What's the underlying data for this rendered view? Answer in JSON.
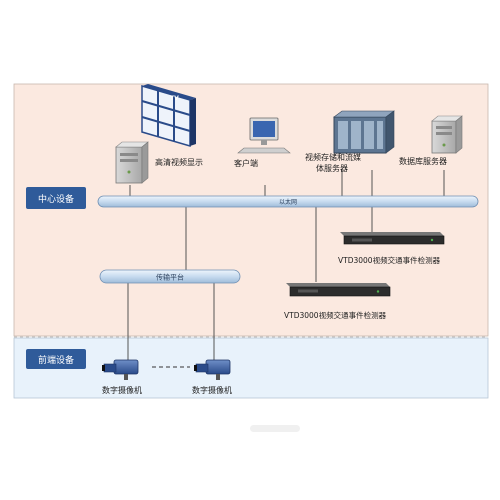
{
  "zones": {
    "center": {
      "label": "中心设备",
      "bg": "#fbe9e0",
      "label_bg": "#2f5b9a"
    },
    "front": {
      "label": "前端设备",
      "bg": "#e8f2fb",
      "label_bg": "#2f5b9a"
    }
  },
  "buses": {
    "lan": {
      "label": "以太网"
    },
    "transport": {
      "label": "传输平台"
    }
  },
  "devices": {
    "hd_display": "高清视频显示",
    "client": "客户端",
    "video_storage_line1": "视频存储和流媒",
    "video_storage_line2": "体服务器",
    "db_server": "数据库服务器",
    "detector_1": "VTD3000视频交通事件检测器",
    "detector_2": "VTD3000视频交通事件检测器",
    "camera_1": "数字摄像机",
    "camera_2": "数字摄像机"
  },
  "colors": {
    "bus_fill": "#cfe0f2",
    "bus_stroke": "#6f8fb3",
    "line": "#555555"
  }
}
